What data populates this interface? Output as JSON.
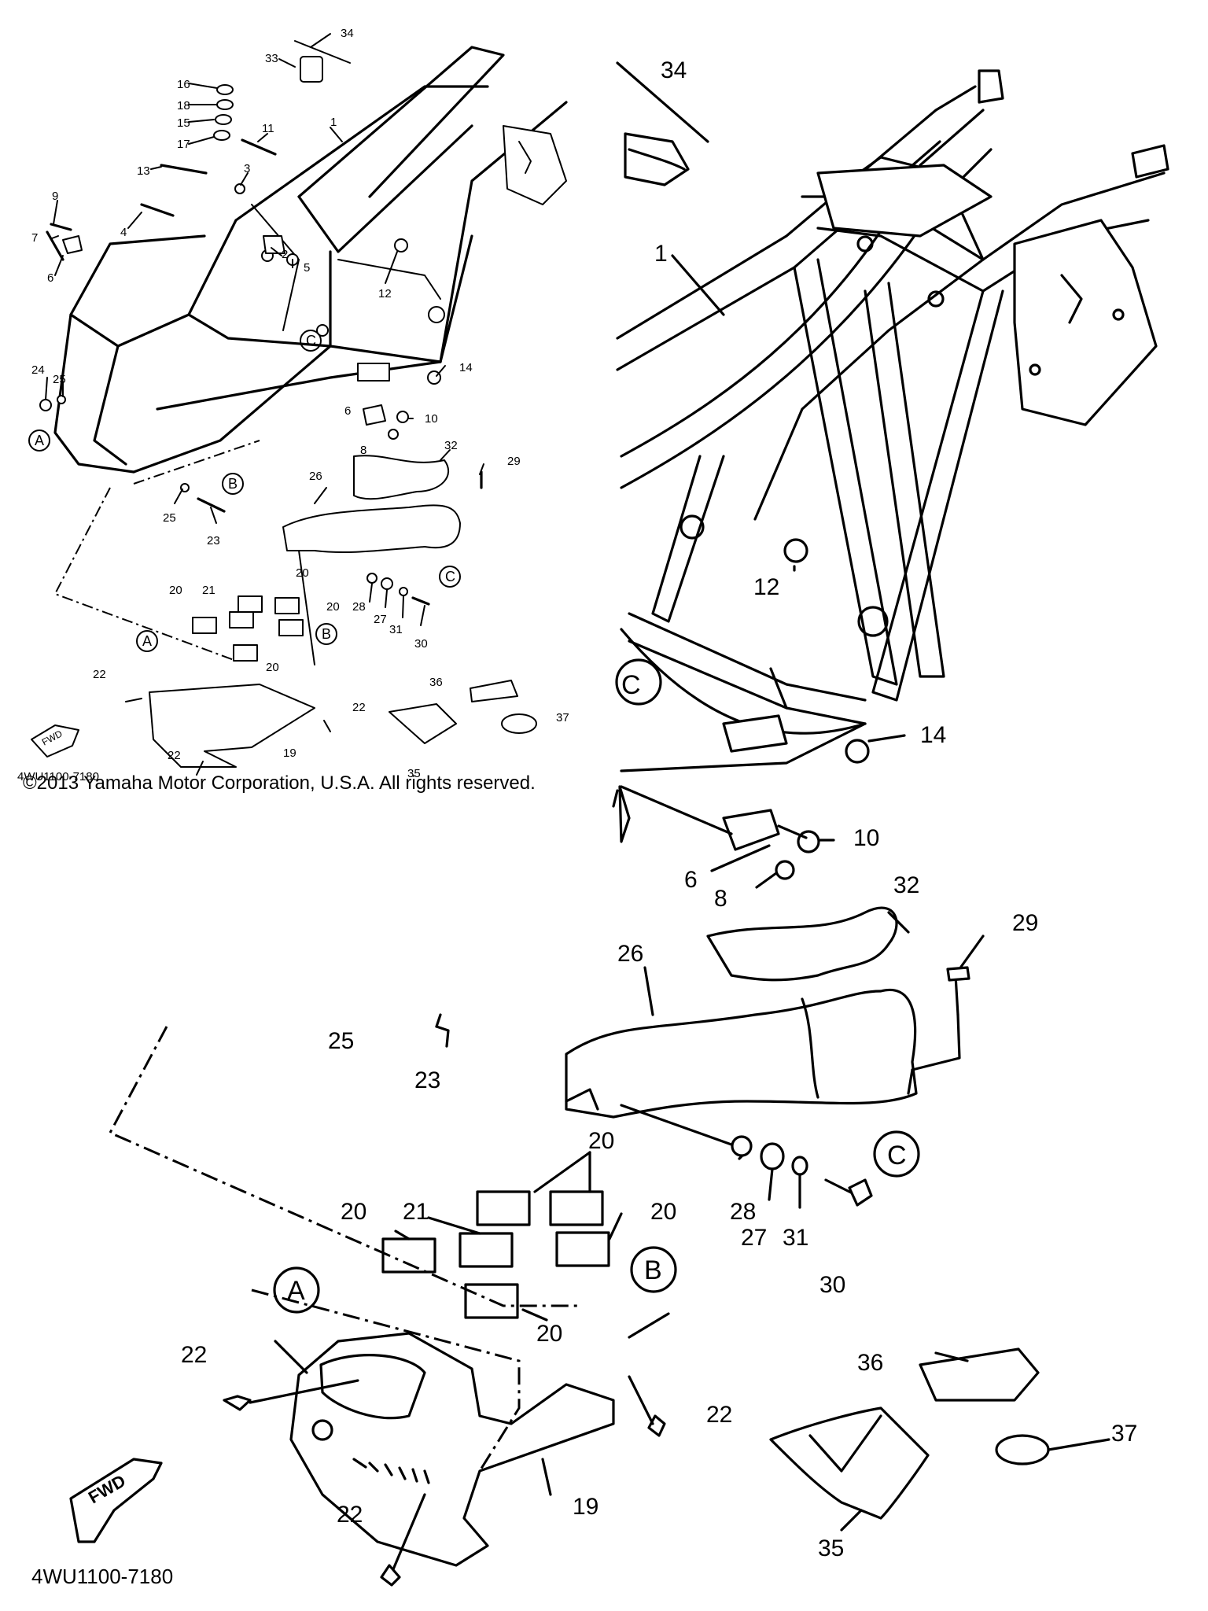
{
  "copyright": "©2013 Yamaha Motor Corporation, U.S.A. All rights reserved.",
  "diagram_code_left": "4WU1100-7180",
  "diagram_code_right": "4WU1100-7180",
  "fwd_label": "FWD",
  "callouts_left": {
    "c1": "1",
    "c2": "2",
    "c3": "3",
    "c4": "4",
    "c5": "5",
    "c6a": "6",
    "c6b": "6",
    "c7": "7",
    "c8": "8",
    "c9": "9",
    "c10": "10",
    "c11": "11",
    "c12": "12",
    "c13": "13",
    "c14": "14",
    "c15": "15",
    "c16": "16",
    "c17": "17",
    "c18": "18",
    "c19": "19",
    "c20a": "20",
    "c20b": "20",
    "c20c": "20",
    "c20d": "20",
    "c21": "21",
    "c22a": "22",
    "c22b": "22",
    "c22c": "22",
    "c23": "23",
    "c24": "24",
    "c25a": "25",
    "c25b": "25",
    "c26": "26",
    "c27": "27",
    "c28": "28",
    "c29": "29",
    "c30": "30",
    "c31": "31",
    "c32": "32",
    "c33": "33",
    "c34": "34",
    "c35": "35",
    "c36": "36",
    "c37": "37"
  },
  "callouts_right": {
    "c1": "1",
    "c6": "6",
    "c8": "8",
    "c10": "10",
    "c12": "12",
    "c14": "14",
    "c19": "19",
    "c20a": "20",
    "c20b": "20",
    "c20c": "20",
    "c20d": "20",
    "c21": "21",
    "c22a": "22",
    "c22b": "22",
    "c22c": "22",
    "c23": "23",
    "c25": "25",
    "c26": "26",
    "c27": "27",
    "c28": "28",
    "c29": "29",
    "c30": "30",
    "c31": "31",
    "c32": "32",
    "c34": "34",
    "c35": "35",
    "c36": "36",
    "c37": "37"
  },
  "refs": {
    "a": "A",
    "b": "B",
    "c": "C"
  }
}
